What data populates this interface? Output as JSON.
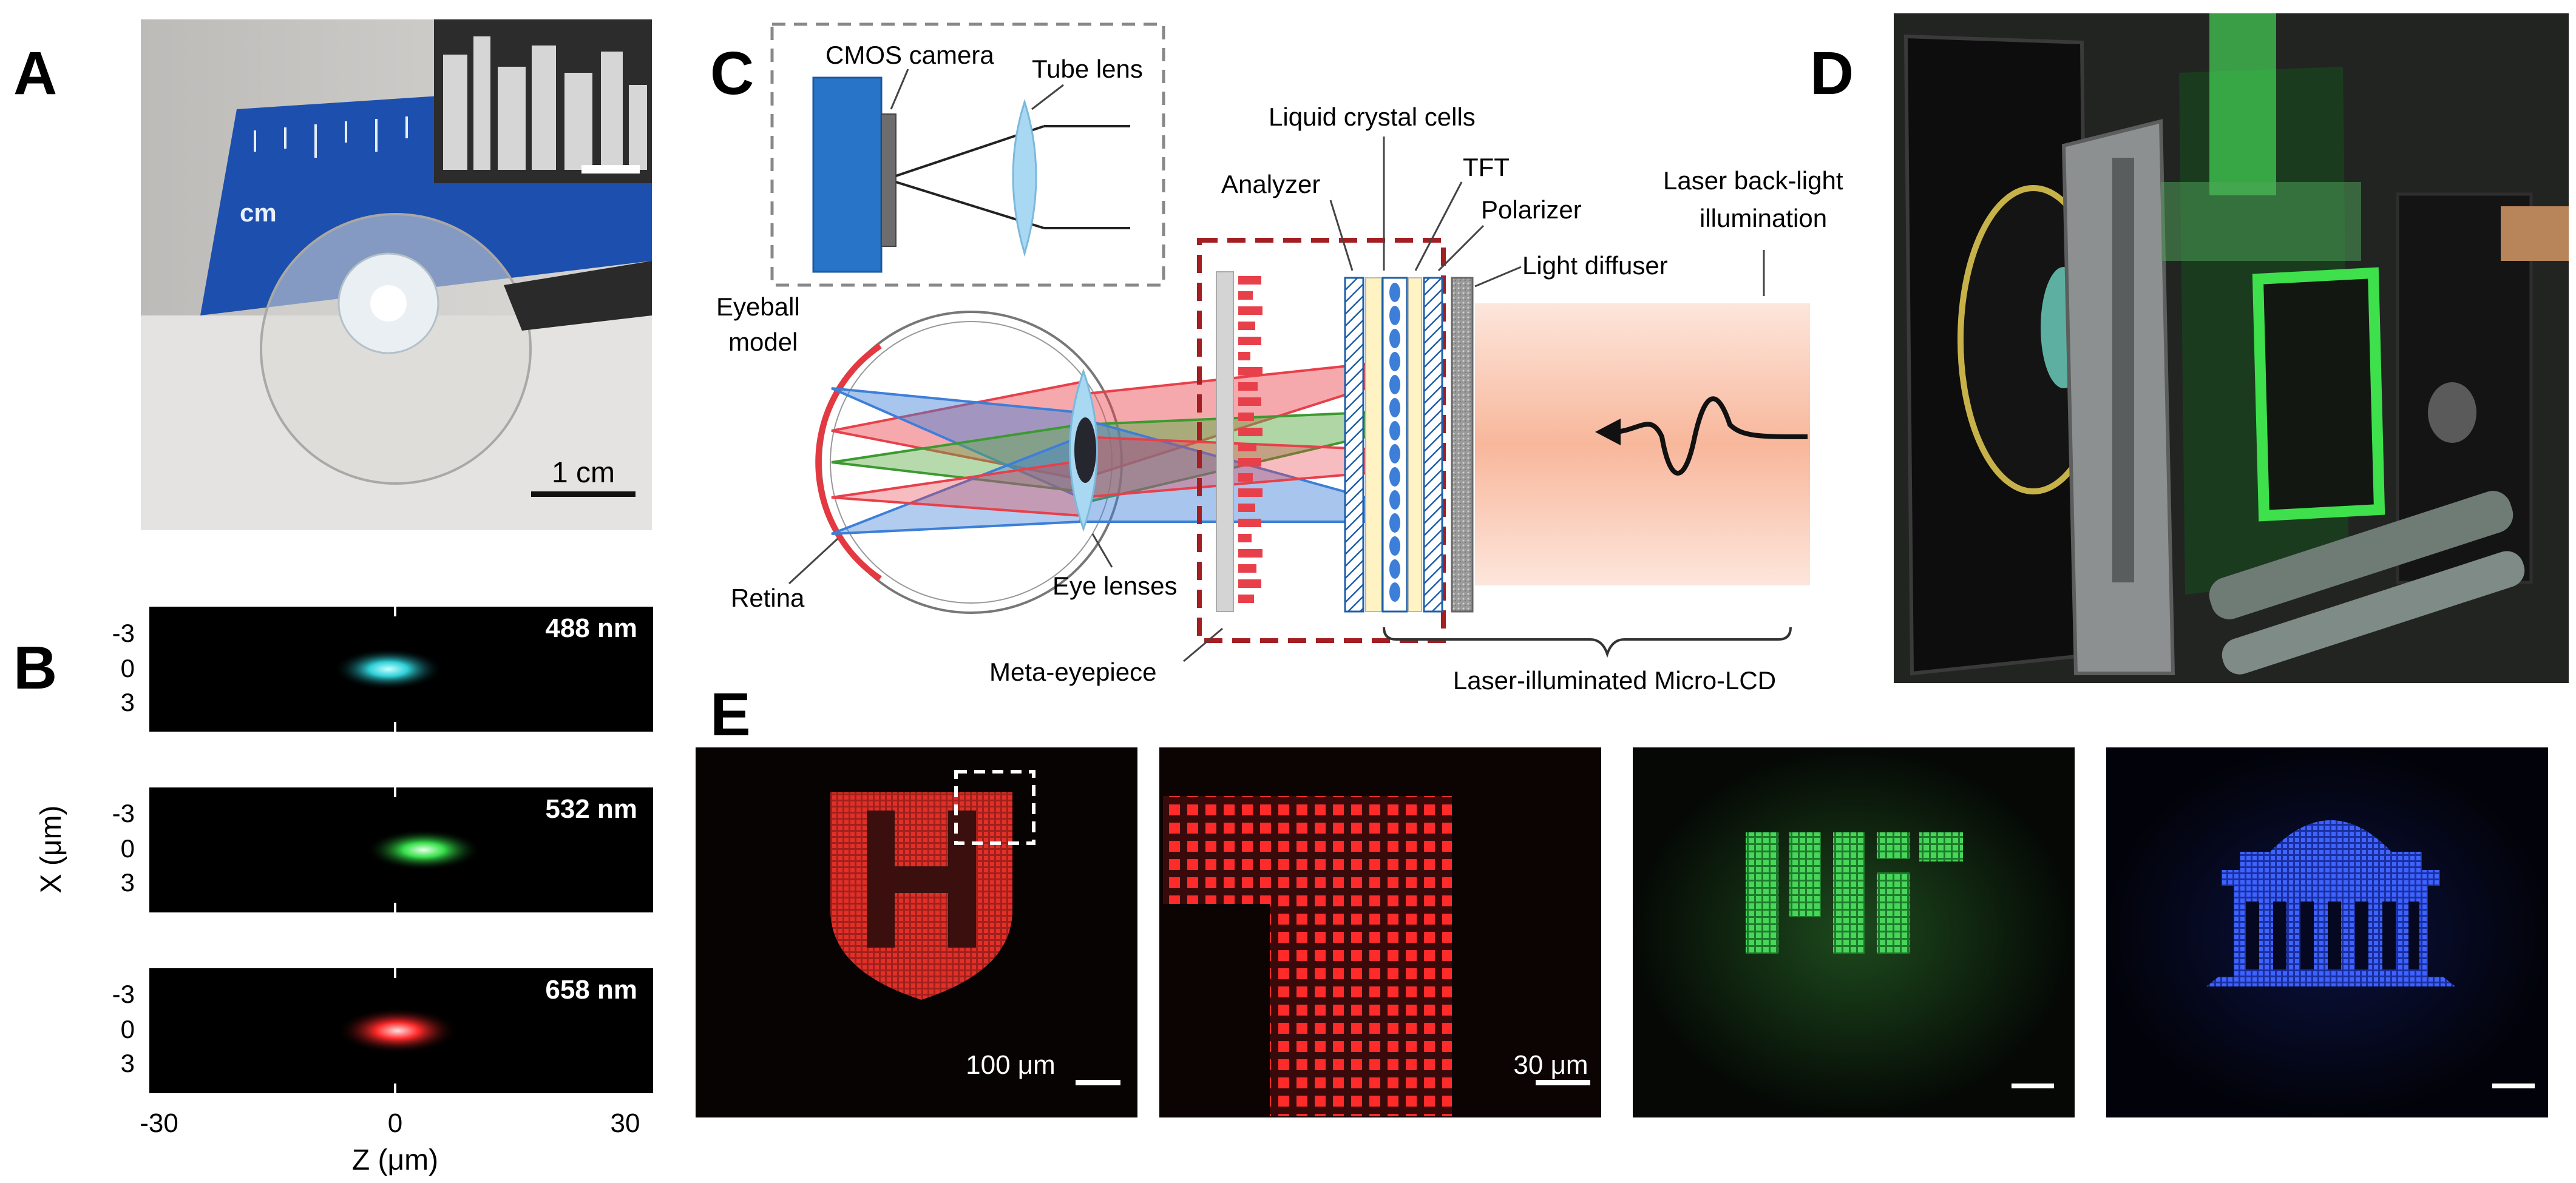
{
  "panels": {
    "a": {
      "letter": "A",
      "scale_label": "1 cm"
    },
    "b": {
      "letter": "B",
      "rows": [
        {
          "wavelength": "488 nm",
          "color": "#2fd0d8"
        },
        {
          "wavelength": "532 nm",
          "color": "#37e04a"
        },
        {
          "wavelength": "658 nm",
          "color": "#ff2a2a"
        }
      ],
      "x_ticks": [
        "-3",
        "0",
        "3"
      ],
      "z_ticks": [
        "-30",
        "0",
        "30"
      ],
      "xlabel": "Z (μm)",
      "ylabel": "X (μm)"
    },
    "c": {
      "letter": "C",
      "labels": {
        "cmos": "CMOS camera",
        "tube": "Tube lens",
        "lc": "Liquid crystal cells",
        "tft": "TFT",
        "analyzer": "Analyzer",
        "polarizer": "Polarizer",
        "laser1": "Laser back-light",
        "laser2": "illumination",
        "diffuser": "Light diffuser",
        "eyeball1": "Eyeball",
        "eyeball2": "model",
        "retina": "Retina",
        "eyelens": "Eye lenses",
        "meta": "Meta-eyepiece",
        "microlcd": "Laser-illuminated Micro-LCD"
      },
      "colors": {
        "red": "#e8404a",
        "blue": "#3d7fd8",
        "green": "#5fae4a",
        "dashed_red": "#a31f22"
      }
    },
    "d": {
      "letter": "D"
    },
    "e": {
      "letter": "E",
      "scale1": "100 μm",
      "scale2": "30 μm",
      "shield_letter": "H"
    }
  }
}
